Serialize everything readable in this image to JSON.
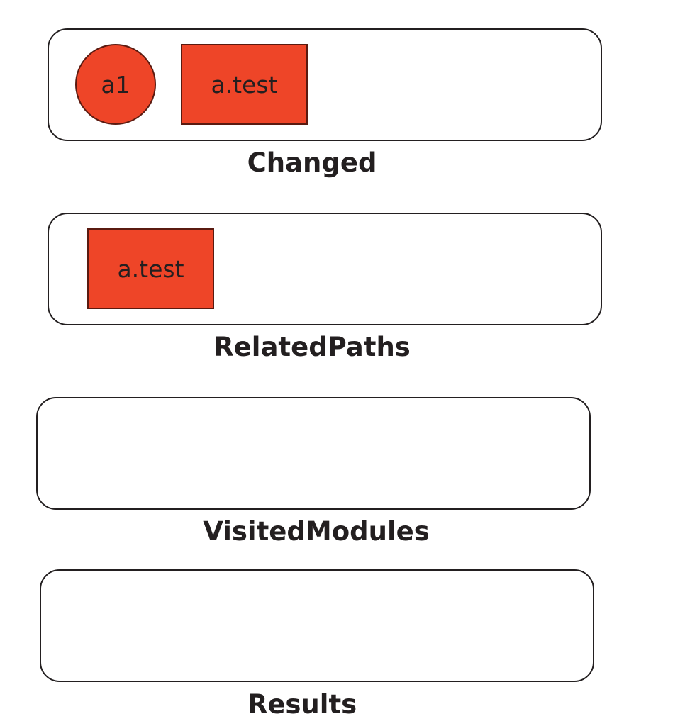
{
  "colors": {
    "node_fill": "#ee4528",
    "node_border": "#5a1a10",
    "box_border": "#231f20",
    "text": "#231f20"
  },
  "changed": {
    "label": "Changed",
    "items": [
      {
        "shape": "circle",
        "text": "a1"
      },
      {
        "shape": "rect",
        "text": "a.test"
      }
    ]
  },
  "related_paths": {
    "label": "RelatedPaths",
    "items": [
      {
        "shape": "rect",
        "text": "a.test"
      }
    ]
  },
  "visited_modules": {
    "label": "VisitedModules",
    "items": []
  },
  "results": {
    "label": "Results",
    "items": []
  }
}
